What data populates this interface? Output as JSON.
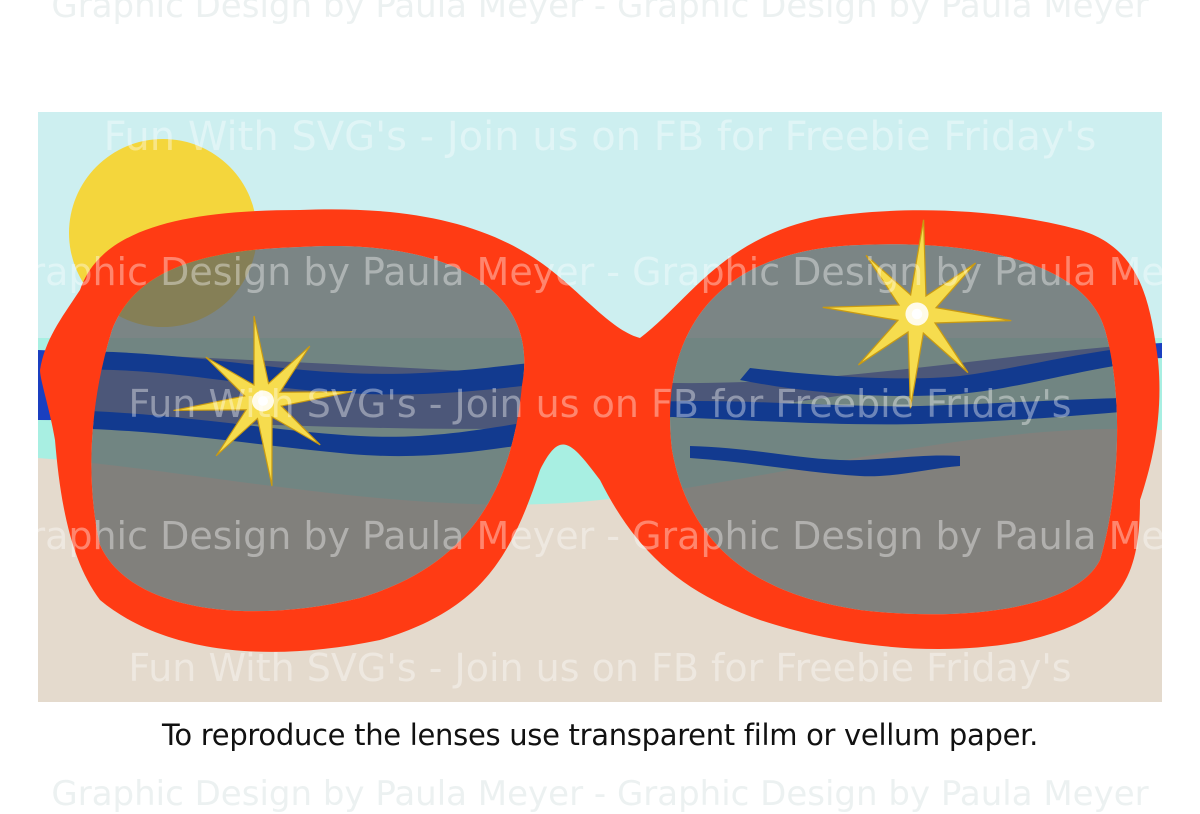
{
  "colors": {
    "sky": "#cdeff0",
    "sea": "#a8efe2",
    "wave": "#123a8f",
    "wave_bright": "#1a3fc0",
    "sand": "#e4dacd",
    "sun": "#f4d63c",
    "frame": "#ff3b14",
    "lens": "#5f6060",
    "sparkle": "#f6dc4e"
  },
  "watermarks": {
    "design_credit": "Graphic Design by Paula Meyer - Graphic Design by Paula Meyer",
    "fb_promo": "Fun With SVG's - Join us on FB for Freebie Friday's"
  },
  "caption": "To reproduce the lenses use transparent film or vellum paper."
}
